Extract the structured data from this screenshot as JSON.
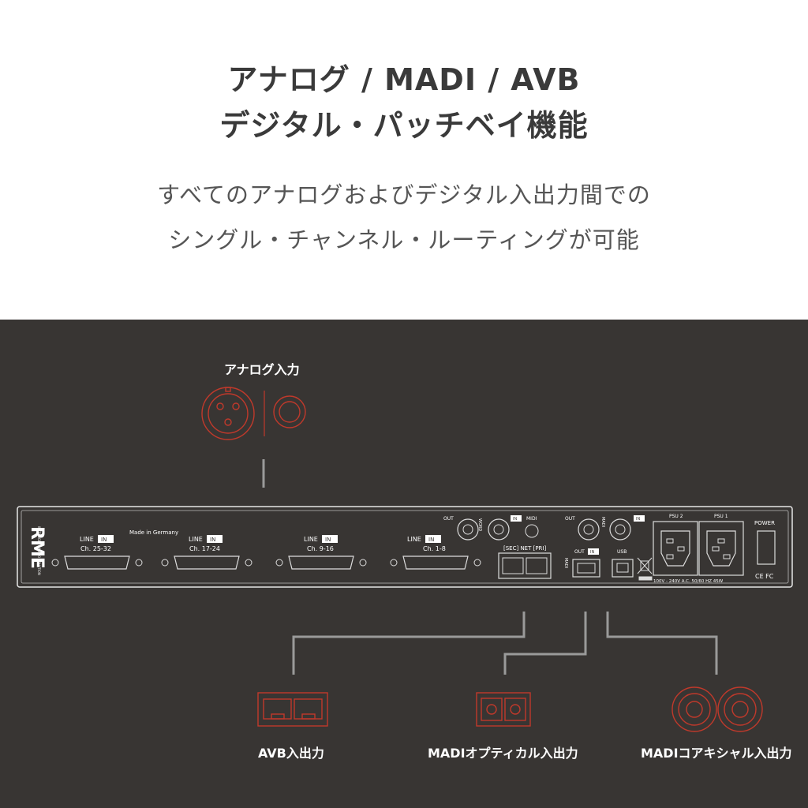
{
  "header": {
    "title_line1": "アナログ / MADI / AVB",
    "title_line2": "デジタル・パッチベイ機能",
    "subtitle_line1": "すべてのアナログおよびデジタル入出力間での",
    "subtitle_line2": "シングル・チャンネル・ルーティングが可能"
  },
  "callouts": {
    "analog_in": "アナログ入力",
    "avb": "AVB入出力",
    "madi_optical": "MADIオプティカル入出力",
    "madi_coax": "MADIコアキシャル入出力"
  },
  "panel": {
    "brand": "RME",
    "brand_tagline": "INTELLIGENT AUDIO SOLUTION",
    "made_in": "Made in Germany",
    "line": "LINE",
    "in": "IN",
    "out": "OUT",
    "ch_25_32": "Ch. 25-32",
    "ch_17_24": "Ch. 17-24",
    "ch_9_16": "Ch. 9-16",
    "ch_1_8": "Ch. 1-8",
    "word": "WORD",
    "midi": "MIDI",
    "net": "[SEC] NET [PRI]",
    "madi": "MADI",
    "usb": "USB",
    "psu2": "PSU 2",
    "psu1": "PSU 1",
    "power": "POWER",
    "rating": "100V - 240V A.C. 50/60 HZ 45W",
    "cert": "CE FC"
  },
  "colors": {
    "accent_red": "#c0392b",
    "dark_bg": "#383533",
    "line_grey": "#9a9a9a"
  }
}
